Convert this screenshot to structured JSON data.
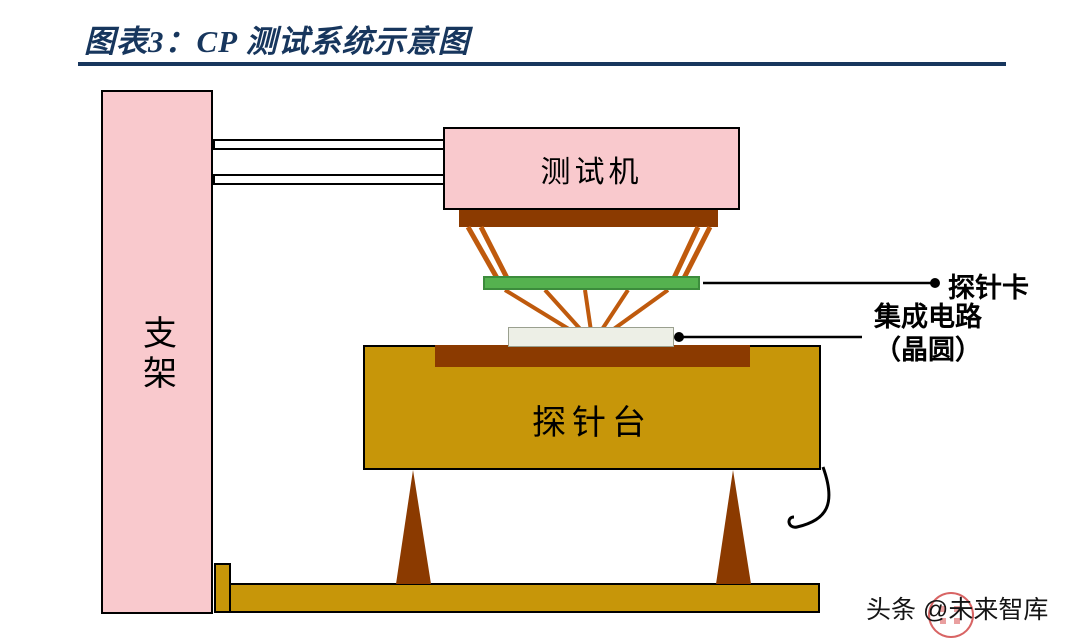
{
  "title": "图表3：CP 测试系统示意图",
  "diagram": {
    "bracket_label": "支架",
    "tester_label": "测试机",
    "prober_label": "探针台",
    "probe_card_label": "探针卡",
    "wafer_label_line1": "集成电路",
    "wafer_label_line2": "（晶圆）"
  },
  "watermark": "头条 @未来智库",
  "colors": {
    "navy": "#17365D",
    "pink": "#F9C9CD",
    "brown": "#8B3A00",
    "orange": "#BF5A0D",
    "gold": "#C79609",
    "green": "#55B24F",
    "green-border": "#3C8C3C",
    "wafer": "#EDEFE6",
    "line": "#000000"
  }
}
